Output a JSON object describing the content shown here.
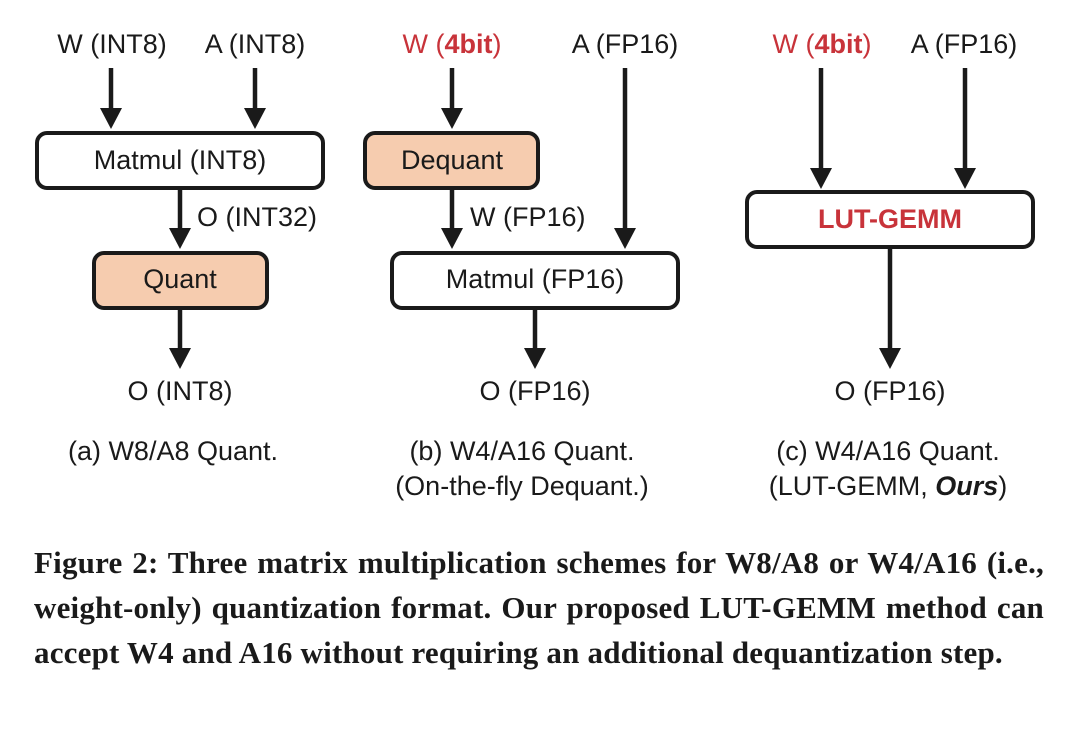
{
  "panels": {
    "a": {
      "inputs": {
        "w": "W (INT8)",
        "a": "A (INT8)"
      },
      "matmul": "Matmul (INT8)",
      "mid_edge_label": "O (INT32)",
      "quant": "Quant",
      "output": "O (INT8)",
      "caption_line1": "(a) W8/A8 Quant."
    },
    "b": {
      "inputs": {
        "w_prefix": "W (",
        "w_bits": "4bit",
        "w_suffix": ")",
        "a": "A (FP16)"
      },
      "dequant": "Dequant",
      "mid_edge_label": "W (FP16)",
      "matmul": "Matmul (FP16)",
      "output": "O (FP16)",
      "caption_line1": "(b) W4/A16 Quant.",
      "caption_line2": "(On-the-fly Dequant.)"
    },
    "c": {
      "inputs": {
        "w_prefix": "W (",
        "w_bits": "4bit",
        "w_suffix": ")",
        "a": "A (FP16)"
      },
      "kernel": "LUT-GEMM",
      "output": "O (FP16)",
      "caption_line1": "(c) W4/A16 Quant.",
      "caption_line2_prefix": "(LUT-GEMM, ",
      "caption_line2_emph": "Ours",
      "caption_line2_suffix": ")"
    }
  },
  "colors": {
    "accent_red": "#c8333a",
    "op_fill": "#f6ccaf",
    "box_fill": "#ffffff",
    "stroke": "#1a1a1a"
  },
  "figure_caption": "Figure 2: Three matrix multiplication schemes for W8/A8 or W4/A16 (i.e., weight-only) quantization format. Our proposed LUT-GEMM method can accept W4 and A16 without requiring an additional dequantization step."
}
